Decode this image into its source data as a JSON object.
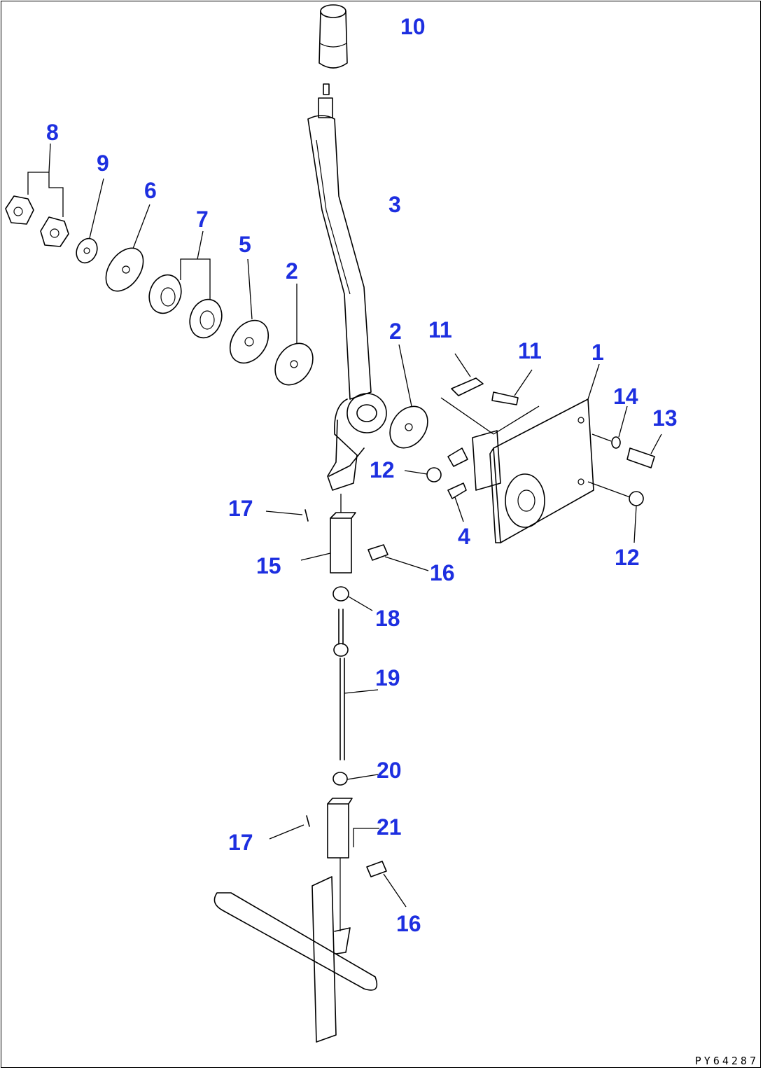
{
  "diagram": {
    "drawing_code": "PY64287",
    "callout_color": "#1d2fe0",
    "line_color": "#000000",
    "callouts": [
      "10",
      "3",
      "8",
      "9",
      "6",
      "7",
      "5",
      "2",
      "2",
      "11",
      "11",
      "1",
      "14",
      "13",
      "12",
      "12",
      "4",
      "17",
      "15",
      "16",
      "18",
      "19",
      "20",
      "17",
      "21",
      "16"
    ]
  }
}
